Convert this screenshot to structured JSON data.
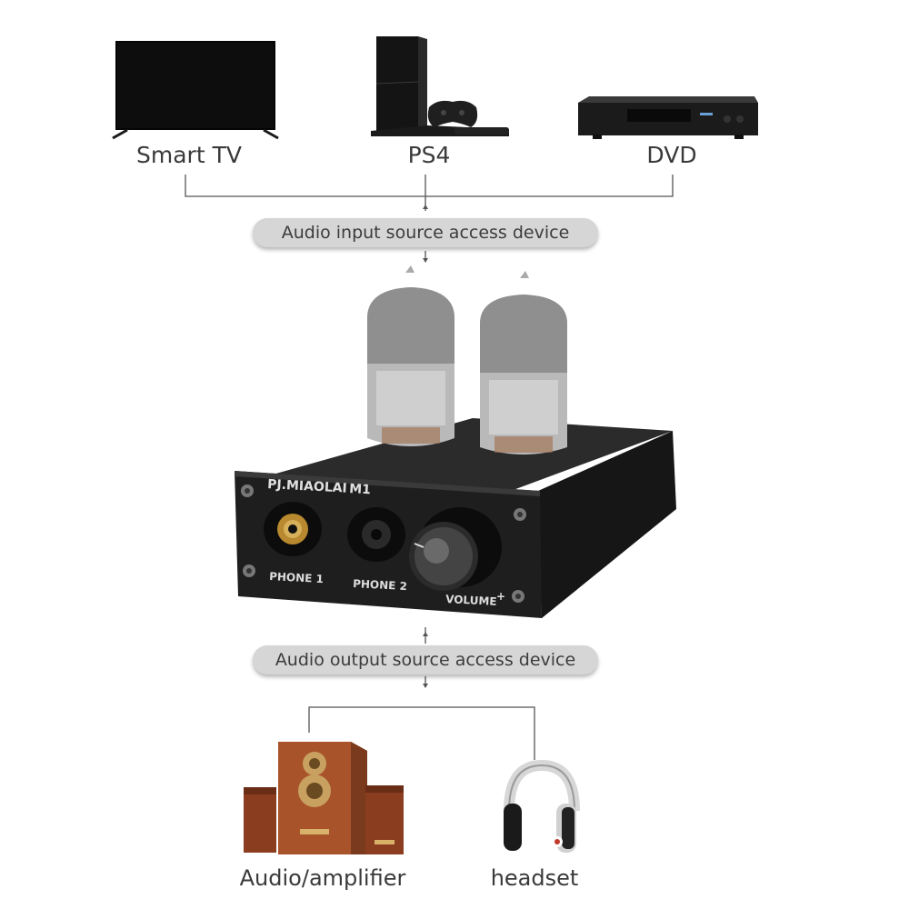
{
  "sources": [
    {
      "id": "tv",
      "label": "Smart TV",
      "icon": "tv-icon"
    },
    {
      "id": "ps4",
      "label": "PS4",
      "icon": "game-console-icon"
    },
    {
      "id": "dvd",
      "label": "DVD",
      "icon": "dvd-player-icon"
    }
  ],
  "input_badge": "Audio input source access device",
  "device": {
    "brand": "PJ.MIAOLAI",
    "model": "M1",
    "phone1_label": "PHONE 1",
    "phone2_label": "PHONE 2",
    "volume_label": "VOLUME",
    "volume_plus": "+"
  },
  "output_badge": "Audio output source access device",
  "outputs": [
    {
      "id": "speakers",
      "label": "Audio/amplifier",
      "icon": "speakers-icon"
    },
    {
      "id": "headset",
      "label": "headset",
      "icon": "headphones-icon"
    }
  ],
  "colors": {
    "line": "#555555",
    "pill": "#d6d6d6",
    "amp_body": "#1c1c1c",
    "wood": "#a8532a"
  }
}
